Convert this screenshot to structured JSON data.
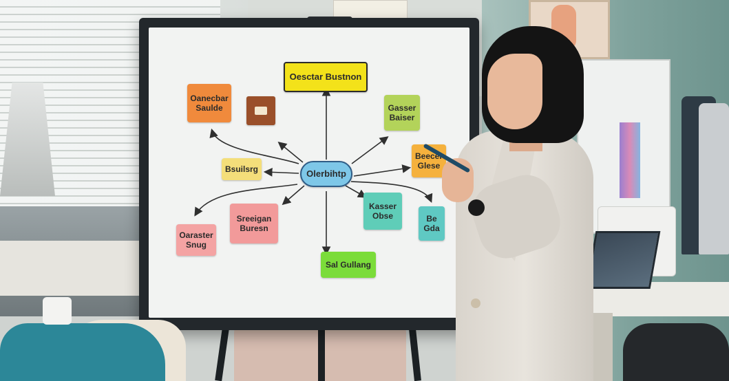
{
  "scene": {
    "description_name": "designer-presenting-mind-map",
    "colors": {
      "screen_bg": "#f2f3f2",
      "bezel": "#23282c",
      "arrow": "#2f2f2f"
    }
  },
  "diagram": {
    "title_node": {
      "text": "Oesctar Bustnon",
      "color": "#f3e21a"
    },
    "center_node": {
      "text": "Olerbihtp",
      "color": "#7ec7e8"
    },
    "nodes": [
      {
        "id": "top-left",
        "text": "Oanecbar Saulde",
        "color": "#f08a3c"
      },
      {
        "id": "icon",
        "text": "",
        "color": "#9a4f2a"
      },
      {
        "id": "top-right",
        "text": "Gasser Baiser",
        "color": "#b3d35a"
      },
      {
        "id": "left",
        "text": "Bsuilsrg",
        "color": "#f4de7a"
      },
      {
        "id": "right",
        "text": "Beecer Glese",
        "color": "#f5b13d"
      },
      {
        "id": "mid-left",
        "text": "Sreeigan Buresn",
        "color": "#f29a9a"
      },
      {
        "id": "bottom-left",
        "text": "Oaraster Snug",
        "color": "#f4a3a3"
      },
      {
        "id": "mid-right",
        "text": "Kasser Obse",
        "color": "#5fcdb8"
      },
      {
        "id": "far-right",
        "text": "Be Gda",
        "color": "#5fc9c3"
      },
      {
        "id": "bottom",
        "text": "Sal Gullang",
        "color": "#7bdc3a"
      }
    ]
  }
}
